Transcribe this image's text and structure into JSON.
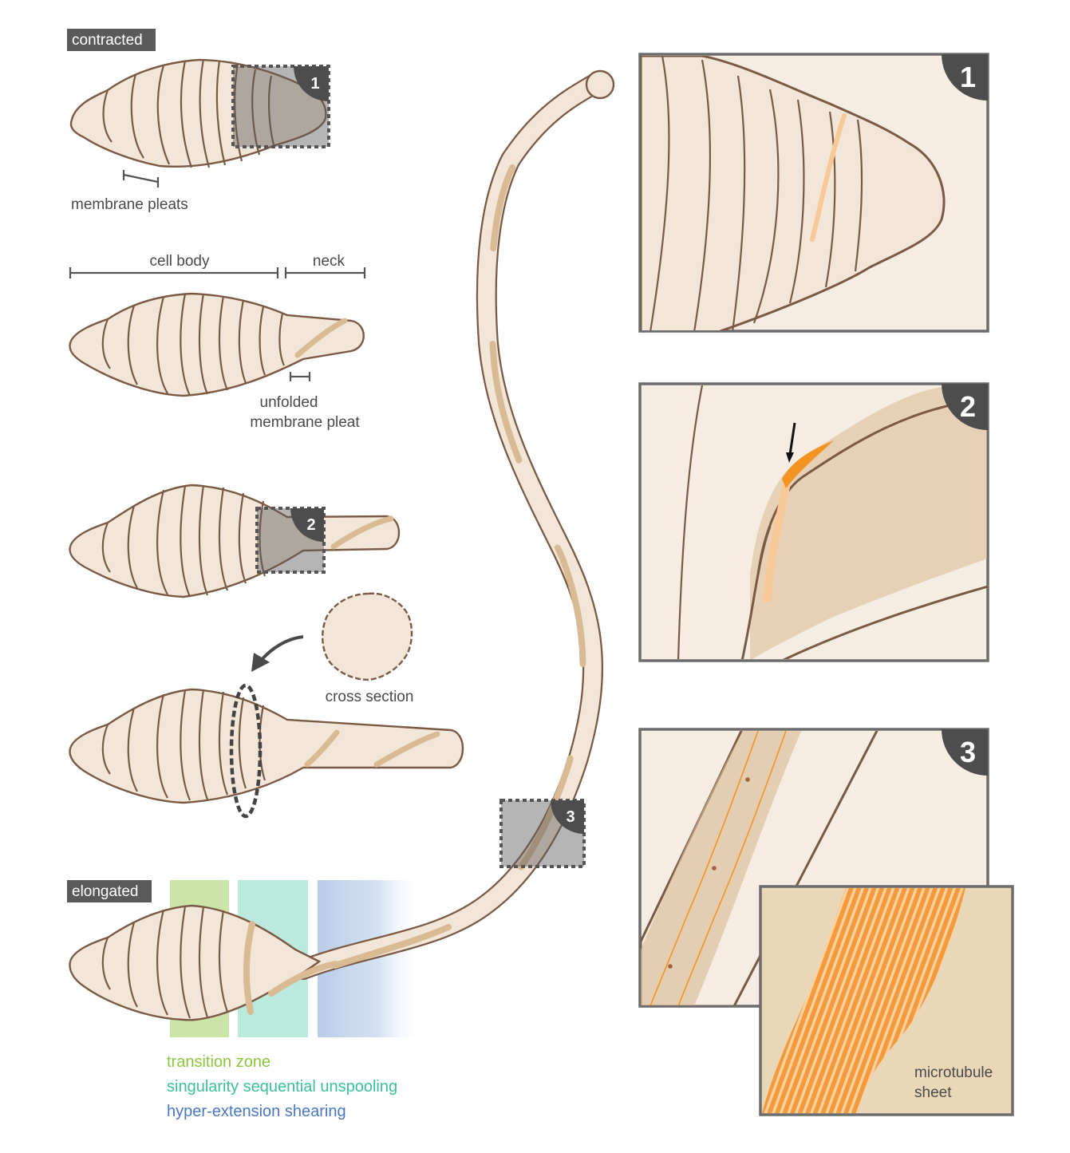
{
  "labels": {
    "contracted": "contracted",
    "membrane_pleats": "membrane pleats",
    "cell_body": "cell body",
    "neck": "neck",
    "unfolded_line1": "unfolded",
    "unfolded_line2": "membrane pleat",
    "cross_section": "cross section",
    "elongated": "elongated",
    "microtubule_line1": "microtubule",
    "microtubule_line2": "sheet"
  },
  "legend": [
    {
      "label": "transition zone",
      "color": "#8cc63f"
    },
    {
      "label": "singularity sequential unspooling",
      "color": "#3cbf9a"
    },
    {
      "label": "hyper-extension shearing",
      "color": "#4a78c0"
    }
  ],
  "markers": [
    "1",
    "2",
    "3"
  ],
  "colors": {
    "cell_fill": "#f2e6d8",
    "outline": "#7a5a44",
    "band": "#d8bb94",
    "highlight_orange": "#f39322",
    "tag_bg": "#5a5a5a"
  }
}
